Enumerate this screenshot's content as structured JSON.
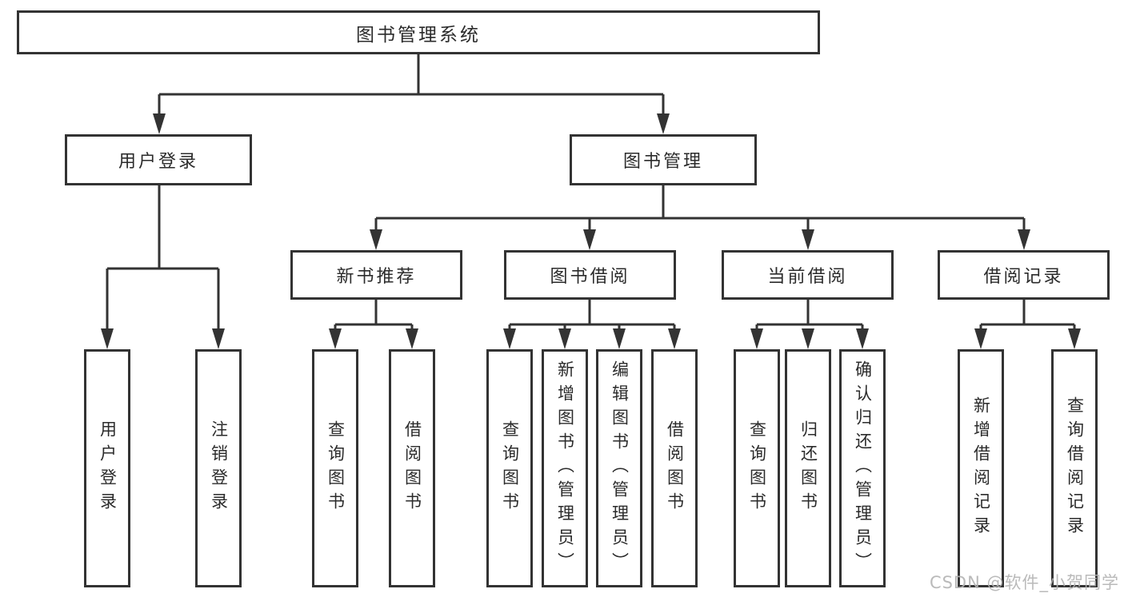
{
  "diagram": {
    "root": {
      "label": "图书管理系统"
    },
    "branches": [
      {
        "label": "用户登录"
      },
      {
        "label": "图书管理"
      }
    ],
    "modules": [
      {
        "label": "新书推荐"
      },
      {
        "label": "图书借阅"
      },
      {
        "label": "当前借阅"
      },
      {
        "label": "借阅记录"
      }
    ],
    "leaves": [
      {
        "label": "用户登录"
      },
      {
        "label": "注销登录"
      },
      {
        "label": "查询图书"
      },
      {
        "label": "借阅图书"
      },
      {
        "label": "查询图书"
      },
      {
        "label": "新增图书（管理员）"
      },
      {
        "label": "编辑图书（管理员）"
      },
      {
        "label": "借阅图书"
      },
      {
        "label": "查询图书"
      },
      {
        "label": "归还图书"
      },
      {
        "label": "确认归还（管理员）"
      },
      {
        "label": "新增借阅记录"
      },
      {
        "label": "查询借阅记录"
      }
    ],
    "colors": {
      "line": "#333333",
      "box_border": "#333333",
      "box_background": "#ffffff",
      "text": "#2b2b2b",
      "watermark": "#b3b3b3"
    }
  },
  "watermark": {
    "text": "CSDN @软件_小贺同学"
  }
}
